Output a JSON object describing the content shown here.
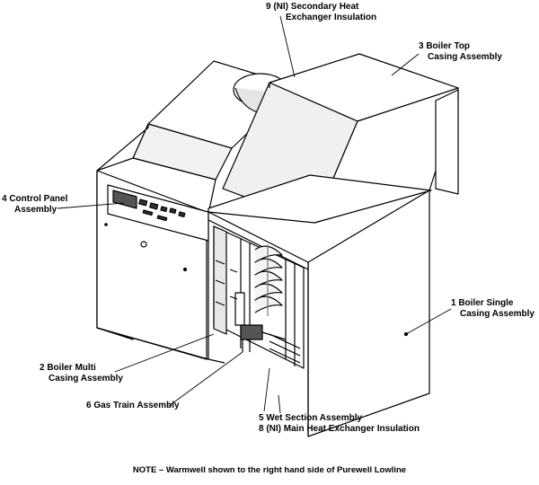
{
  "callouts": {
    "secondary_insulation": {
      "line1": "9 (NI) Secondary Heat",
      "line2": "Exchanger Insulation"
    },
    "top_casing": {
      "line1": "3 Boiler Top",
      "line2": "Casing Assembly"
    },
    "control_panel": {
      "line1": "4 Control Panel",
      "line2": "Assembly"
    },
    "single_casing": {
      "line1": "1 Boiler Single",
      "line2": "Casing Assembly"
    },
    "multi_casing": {
      "line1": "2 Boiler Multi",
      "line2": "Casing Assembly"
    },
    "gas_train": {
      "line1": "6 Gas Train Assembly"
    },
    "wet_section": {
      "line1": "5  Wet Section Assembly",
      "line2": "8 (NI) Main Heat Exchanger Insulation"
    }
  },
  "note": "NOTE – Warmwell shown to the right hand side of Purewell Lowline",
  "colors": {
    "line": "#000000",
    "background": "#ffffff",
    "shade": "#cfcfcf",
    "dark": "#555555"
  }
}
